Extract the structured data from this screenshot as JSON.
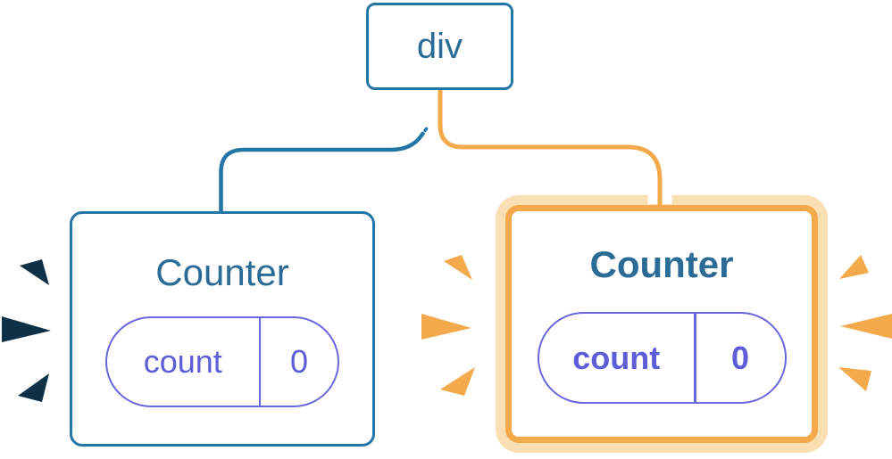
{
  "tree": {
    "root": {
      "label": "div"
    },
    "children": [
      {
        "title": "Counter",
        "highlighted": false,
        "state": {
          "key": "count",
          "value": "0"
        }
      },
      {
        "title": "Counter",
        "highlighted": true,
        "state": {
          "key": "count",
          "value": "0"
        }
      }
    ]
  },
  "colors": {
    "node-blue": "#2375A6",
    "label-blue": "#2B6C97",
    "state-purple": "#5E5CD6",
    "pill-border-purple": "#6A66DB",
    "highlight-orange": "#F4A94B",
    "highlight-orange-pale": "#FADFB3",
    "sparkle-navy": "#0E3147",
    "background": "#FFFFFF"
  }
}
